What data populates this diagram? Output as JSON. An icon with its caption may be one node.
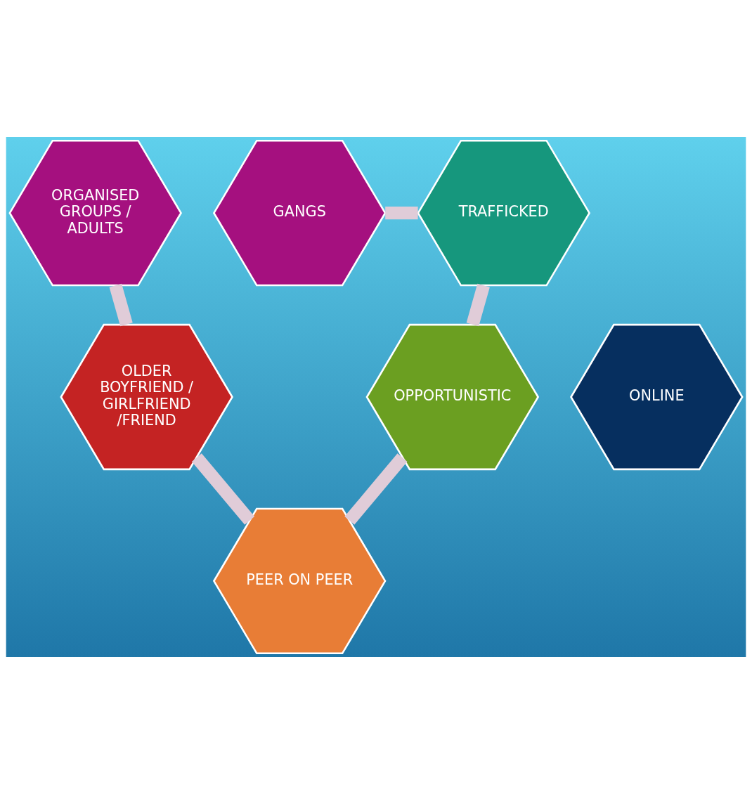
{
  "diagram": {
    "nodes": [
      {
        "text": [
          "GANGS"
        ]
      },
      {
        "text": [
          "ORGANISED GROUPS / ADULTS"
        ]
      },
      {
        "text": [
          "TRAFFICKED"
        ]
      },
      {
        "text": [
          "ONLINE"
        ]
      },
      {
        "text": [
          "OLDER BOYFRIEND / GIRLFRIEND /FRIEND"
        ]
      },
      {
        "text": [
          "OPPORTUNISTIC"
        ]
      },
      {
        "text": [
          "PEER ON PEER"
        ]
      }
    ],
    "edges": [
      {
        "from": 0,
        "to": 2,
        "arrow": "none"
      },
      {
        "from": 2,
        "to": 5,
        "arrow": "none"
      },
      {
        "from": 5,
        "to": 6,
        "arrow": "none"
      },
      {
        "from": 6,
        "to": 4,
        "arrow": "none"
      },
      {
        "from": 4,
        "to": 1,
        "arrow": "none"
      }
    ]
  }
}
